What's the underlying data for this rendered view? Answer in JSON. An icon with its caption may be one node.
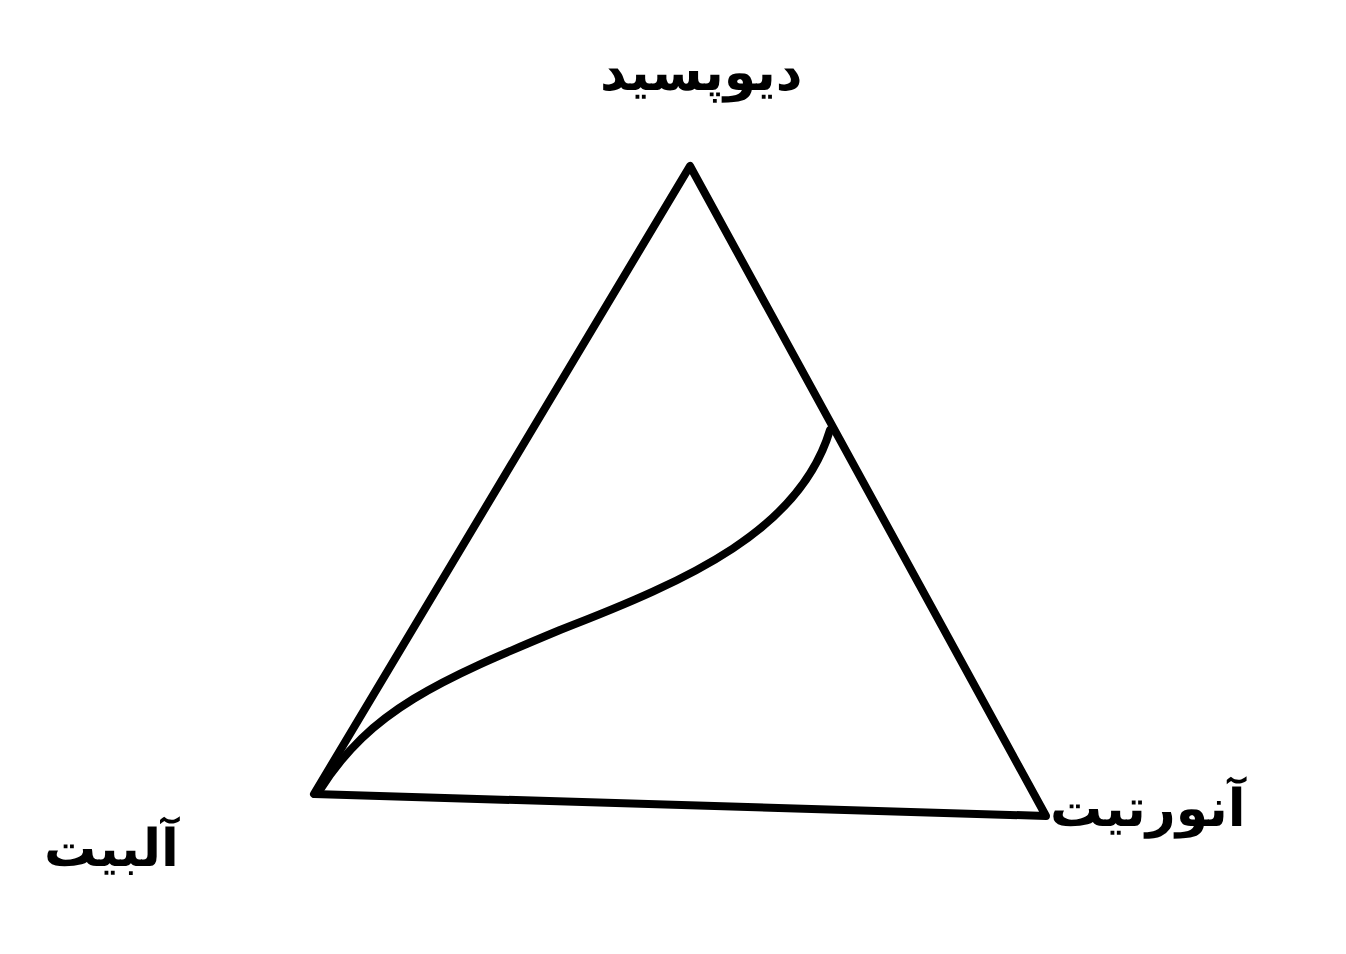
{
  "diagram": {
    "labels": [
      "دیوپسید",
      "آلبیت",
      "آنورتیت"
    ]
  }
}
